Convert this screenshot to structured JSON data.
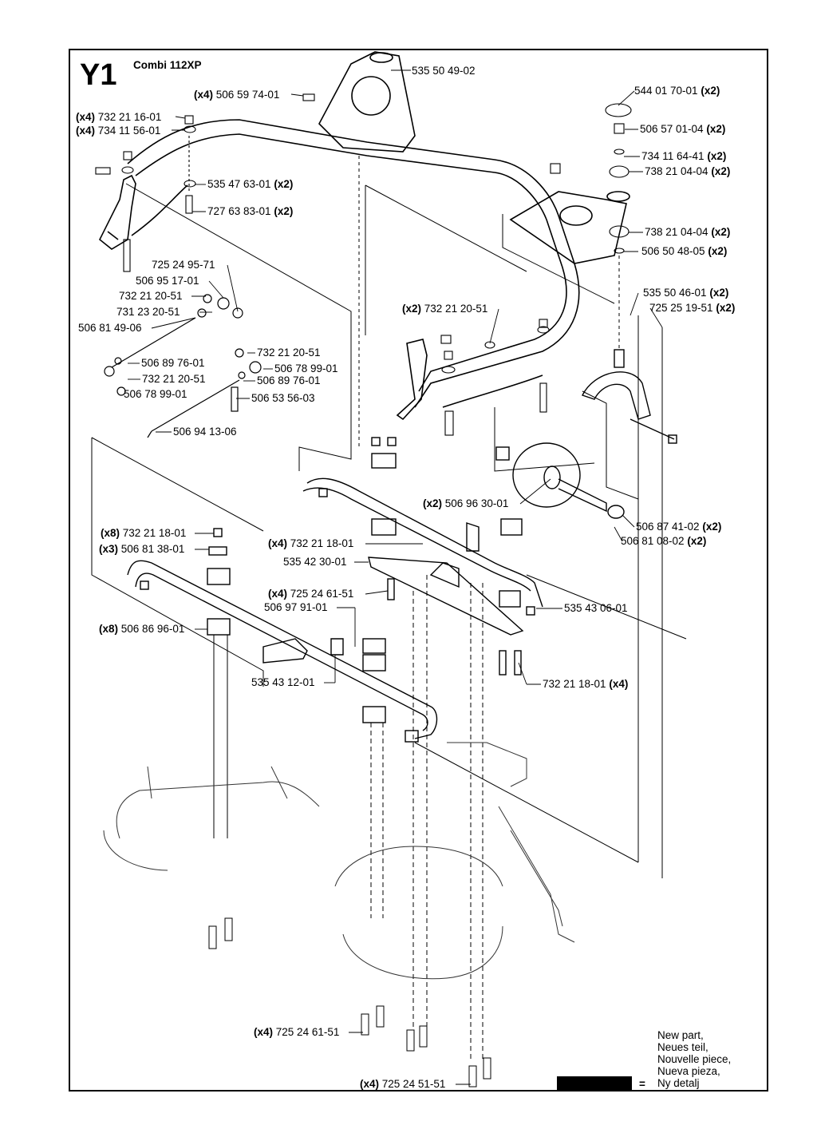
{
  "header": {
    "page_code": "Y1",
    "model": "Combi 112XP"
  },
  "labels": [
    {
      "id": "l1",
      "qty": "",
      "part": "535 50 49-02",
      "suffix": ""
    },
    {
      "id": "l2",
      "qty": "(x4)",
      "part": "506 59 74-01",
      "suffix": ""
    },
    {
      "id": "l3",
      "qty": "",
      "part": "544 01 70-01",
      "suffix": "(x2)"
    },
    {
      "id": "l4",
      "qty": "(x4)",
      "part": "732 21 16-01",
      "suffix": ""
    },
    {
      "id": "l5",
      "qty": "(x4)",
      "part": "734 11 56-01",
      "suffix": ""
    },
    {
      "id": "l6",
      "qty": "",
      "part": "506 57 01-04",
      "suffix": "(x2)"
    },
    {
      "id": "l7",
      "qty": "",
      "part": "734 11 64-41",
      "suffix": "(x2)"
    },
    {
      "id": "l8",
      "qty": "",
      "part": "738 21 04-04",
      "suffix": "(x2)"
    },
    {
      "id": "l9",
      "qty": "",
      "part": "535 47 63-01",
      "suffix": "(x2)"
    },
    {
      "id": "l10",
      "qty": "",
      "part": "727 63 83-01",
      "suffix": "(x2)"
    },
    {
      "id": "l11",
      "qty": "",
      "part": "738 21 04-04",
      "suffix": "(x2)"
    },
    {
      "id": "l12",
      "qty": "",
      "part": "506 50 48-05",
      "suffix": "(x2)"
    },
    {
      "id": "l13",
      "qty": "",
      "part": "725 24 95-71",
      "suffix": ""
    },
    {
      "id": "l14",
      "qty": "",
      "part": "506 95 17-01",
      "suffix": ""
    },
    {
      "id": "l15",
      "qty": "",
      "part": "732 21 20-51",
      "suffix": ""
    },
    {
      "id": "l16",
      "qty": "",
      "part": "731 23 20-51",
      "suffix": ""
    },
    {
      "id": "l17",
      "qty": "",
      "part": "506 81 49-06",
      "suffix": ""
    },
    {
      "id": "l18",
      "qty": "",
      "part": "535 50 46-01",
      "suffix": "(x2)"
    },
    {
      "id": "l19",
      "qty": "",
      "part": "725 25 19-51",
      "suffix": "(x2)"
    },
    {
      "id": "l20",
      "qty": "(x2)",
      "part": "732 21 20-51",
      "suffix": ""
    },
    {
      "id": "l21",
      "qty": "",
      "part": "732 21 20-51",
      "suffix": ""
    },
    {
      "id": "l22",
      "qty": "",
      "part": "506 89 76-01",
      "suffix": ""
    },
    {
      "id": "l23",
      "qty": "",
      "part": "506 78 99-01",
      "suffix": ""
    },
    {
      "id": "l24",
      "qty": "",
      "part": "732 21 20-51",
      "suffix": ""
    },
    {
      "id": "l25",
      "qty": "",
      "part": "506 89 76-01",
      "suffix": ""
    },
    {
      "id": "l26",
      "qty": "",
      "part": "506 78 99-01",
      "suffix": ""
    },
    {
      "id": "l27",
      "qty": "",
      "part": "506 53 56-03",
      "suffix": ""
    },
    {
      "id": "l28",
      "qty": "",
      "part": "506 94 13-06",
      "suffix": ""
    },
    {
      "id": "l29",
      "qty": "(x2)",
      "part": "506 96 30-01",
      "suffix": ""
    },
    {
      "id": "l30",
      "qty": "",
      "part": "506 87 41-02",
      "suffix": "(x2)"
    },
    {
      "id": "l31",
      "qty": "",
      "part": "506 81 08-02",
      "suffix": "(x2)"
    },
    {
      "id": "l32",
      "qty": "(x8)",
      "part": "732 21 18-01",
      "suffix": ""
    },
    {
      "id": "l33",
      "qty": "(x3)",
      "part": "506 81 38-01",
      "suffix": ""
    },
    {
      "id": "l34",
      "qty": "(x4)",
      "part": "732 21 18-01",
      "suffix": ""
    },
    {
      "id": "l35",
      "qty": "",
      "part": "535 42 30-01",
      "suffix": ""
    },
    {
      "id": "l36",
      "qty": "(x4)",
      "part": "725 24 61-51",
      "suffix": ""
    },
    {
      "id": "l37",
      "qty": "",
      "part": "506 97 91-01",
      "suffix": ""
    },
    {
      "id": "l38",
      "qty": "",
      "part": "535 43 06-01",
      "suffix": ""
    },
    {
      "id": "l39",
      "qty": "(x8)",
      "part": "506 86 96-01",
      "suffix": ""
    },
    {
      "id": "l40",
      "qty": "",
      "part": "535 43 12-01",
      "suffix": ""
    },
    {
      "id": "l41",
      "qty": "",
      "part": "732 21 18-01",
      "suffix": "(x4)"
    },
    {
      "id": "l42",
      "qty": "(x4)",
      "part": "725 24 61-51",
      "suffix": ""
    },
    {
      "id": "l43",
      "qty": "(x4)",
      "part": "725 24 51-51",
      "suffix": ""
    }
  ],
  "legend": {
    "equals": "=",
    "lines": [
      "New part,",
      "Neues teil,",
      "Nouvelle piece,",
      "Nueva pieza,",
      "Ny detalj"
    ]
  }
}
